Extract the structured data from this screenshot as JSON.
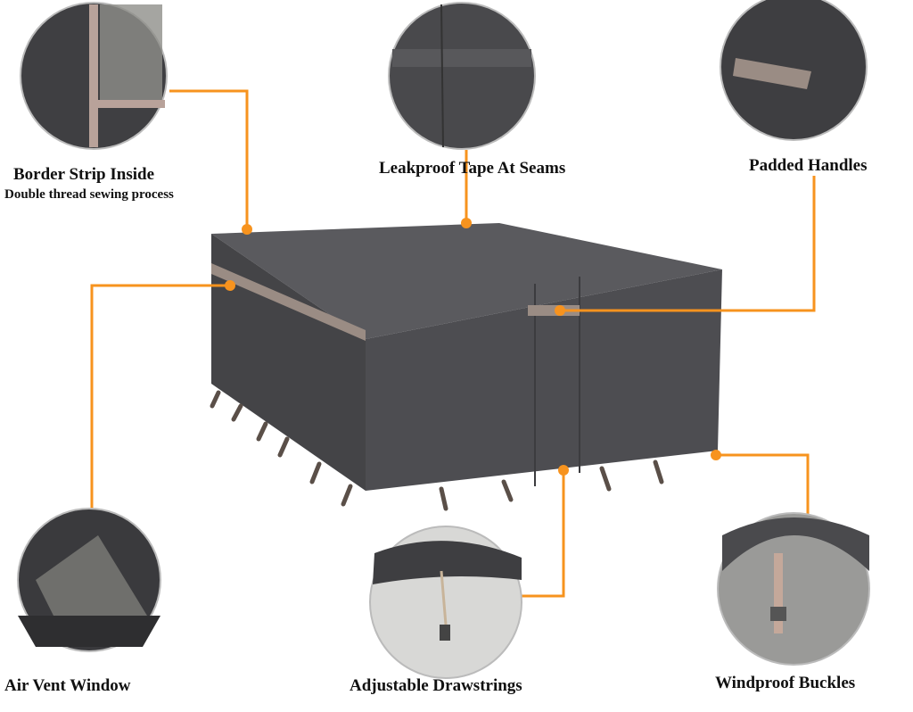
{
  "colors": {
    "accent": "#f7931e",
    "cover": "#4a4a4d",
    "trim": "#9a8c84"
  },
  "features": [
    {
      "title": "Border Strip Inside",
      "subtitle": "Double thread sewing process",
      "icon": "mesh-border-detail"
    },
    {
      "title": "Leakproof Tape At Seams",
      "icon": "seam-tape-detail"
    },
    {
      "title": "Padded Handles",
      "icon": "handle-detail"
    },
    {
      "title": "Air Vent Window",
      "icon": "vent-detail"
    },
    {
      "title": "Adjustable Drawstrings",
      "icon": "drawstring-detail"
    },
    {
      "title": "Windproof Buckles",
      "icon": "buckle-detail"
    }
  ]
}
